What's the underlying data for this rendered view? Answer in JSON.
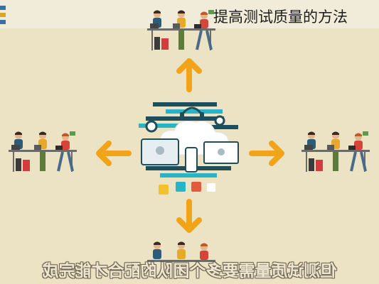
{
  "title": "提高测试质量的方法",
  "caption_mirrored": "但测试质量需要多个团队的配合才能完成",
  "colors": {
    "background": "#ece2c4",
    "arrow": "#f2a419",
    "hub_primary": "#1f4d5a",
    "hub_accent": "#29b3c6"
  },
  "icons": [
    "team-top",
    "team-left",
    "team-right",
    "team-bottom",
    "arrow-up",
    "arrow-down",
    "arrow-left",
    "arrow-right",
    "cloud-device-hub"
  ]
}
